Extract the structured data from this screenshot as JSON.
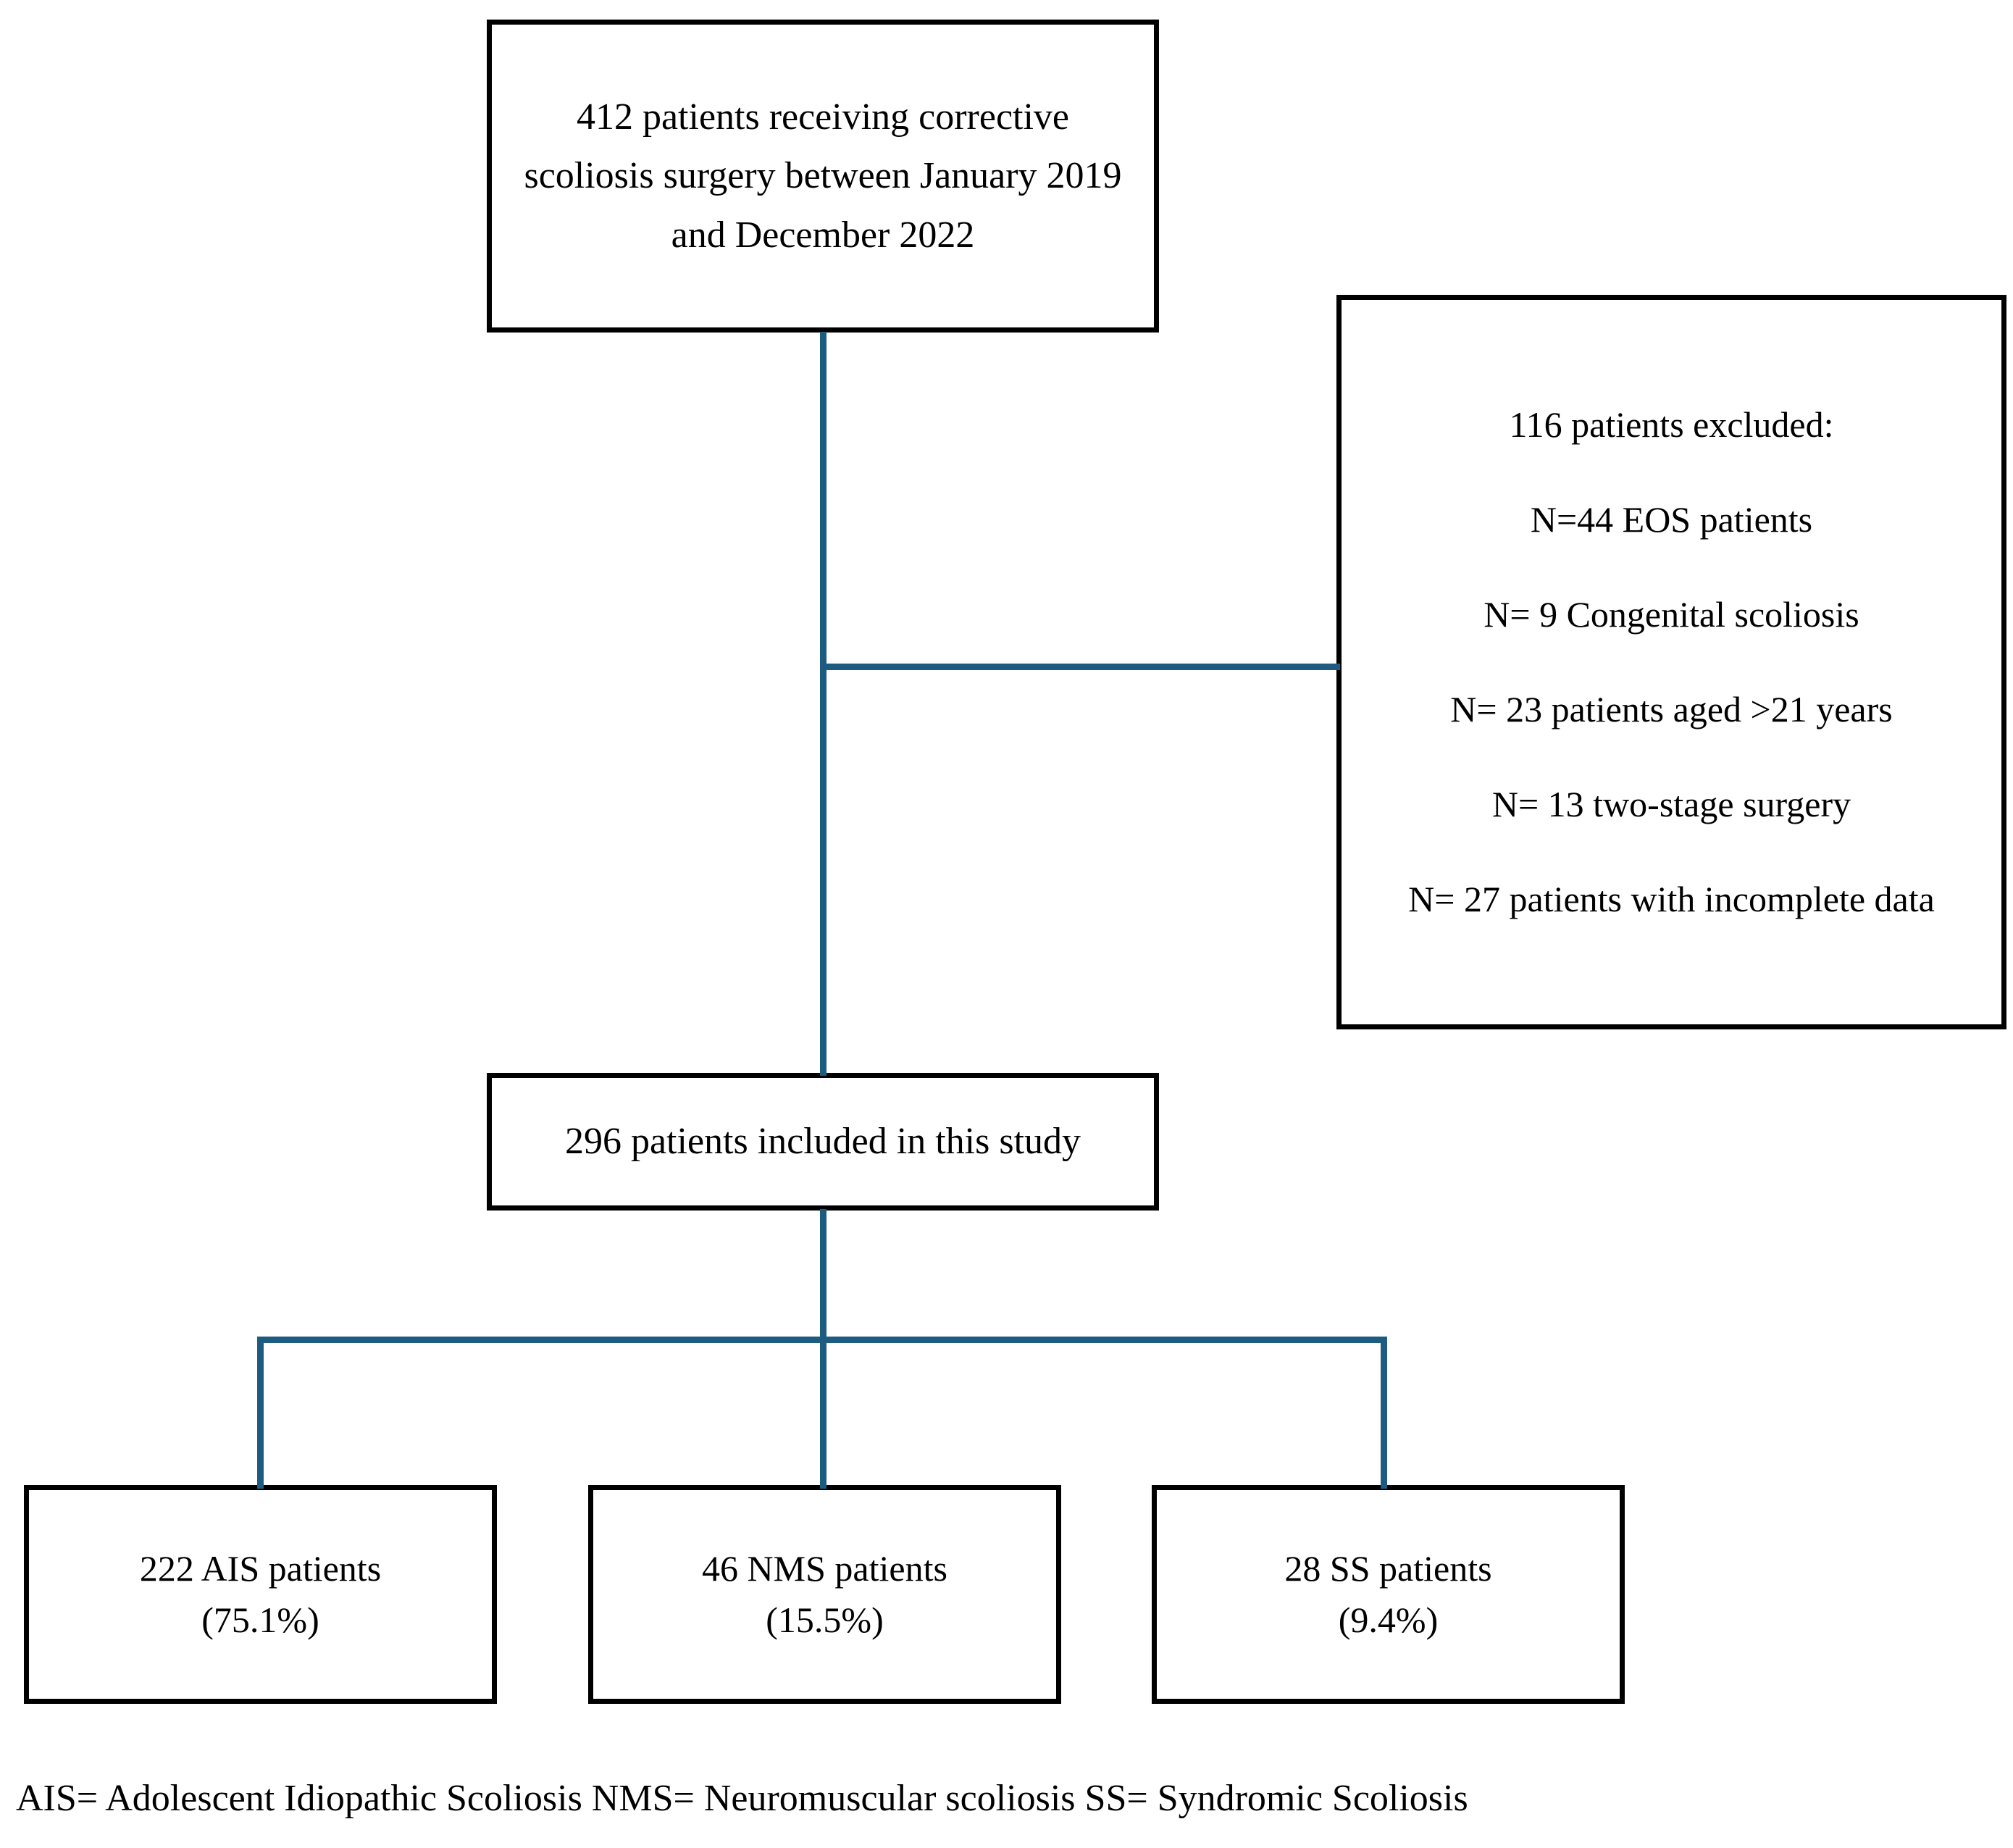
{
  "figure": {
    "type": "flowchart",
    "title": "Patient selection flow diagram",
    "line_color": "#1d5c80",
    "box_border_color": "#000000",
    "background": "#ffffff"
  },
  "nodes": {
    "source": {
      "label": "412 patients receiving corrective scoliosis surgery between January 2019 and December 2022",
      "count": 412
    },
    "excluded": {
      "heading": "116 patients excluded:",
      "total": 116,
      "reasons": [
        "N=44 EOS patients",
        "N= 9 Congenital scoliosis",
        "N= 23 patients aged >21 years",
        "N= 13 two-stage surgery",
        "N= 27 patients with incomplete data"
      ]
    },
    "included": {
      "label": "296 patients included in this study",
      "count": 296
    },
    "groups": [
      {
        "line1": "222 AIS patients",
        "line2": "(75.1%)",
        "count": 222,
        "percent": "75.1%",
        "abbr": "AIS"
      },
      {
        "line1": "46 NMS patients",
        "line2": "(15.5%)",
        "count": 46,
        "percent": "15.5%",
        "abbr": "NMS"
      },
      {
        "line1": "28 SS patients",
        "line2": "(9.4%)",
        "count": 28,
        "percent": "9.4%",
        "abbr": "SS"
      }
    ]
  },
  "footnote": "AIS= Adolescent Idiopathic Scoliosis NMS= Neuromuscular scoliosis SS= Syndromic Scoliosis"
}
